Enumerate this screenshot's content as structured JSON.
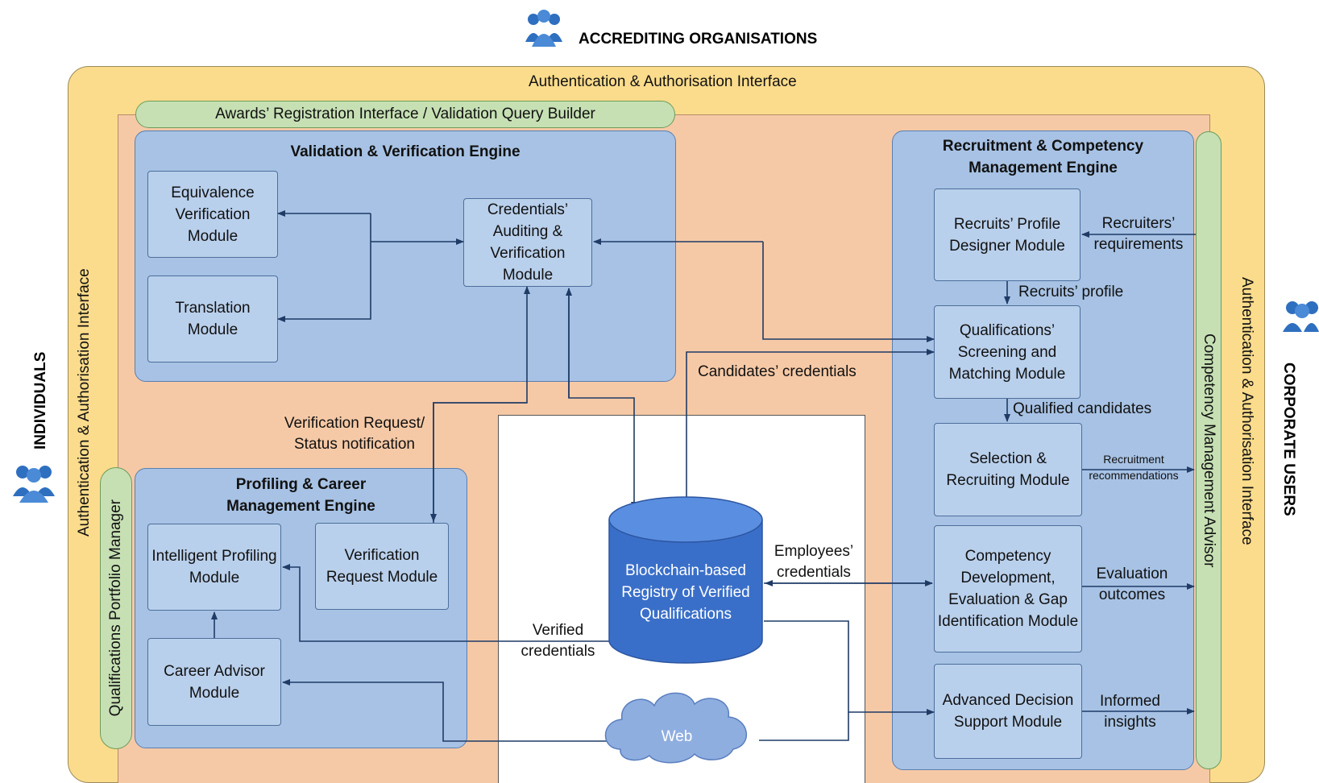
{
  "top": {
    "title": "ACCREDITING ORGANISATIONS",
    "icon": "group-icon"
  },
  "left_actor": {
    "title": "INDIVIDUALS",
    "icon": "group-icon"
  },
  "right_actor": {
    "title": "CORPORATE USERS",
    "icon": "group-icon"
  },
  "interfaces": {
    "auth_top": "Authentication & Authorisation Interface",
    "auth_left": "Authentication & Authorisation Interface",
    "auth_right": "Authentication & Authorisation Interface",
    "awards": "Awards’ Registration Interface / Validation Query Builder",
    "portfolio": "Qualifications Portfolio Manager",
    "competency_advisor": "Competency Management Advisor"
  },
  "validation_engine": {
    "title": "Validation & Verification Engine",
    "modules": {
      "equivalence": "Equivalence Verification Module",
      "translation": "Translation Module",
      "auditing": "Credentials’ Auditing & Verification Module"
    }
  },
  "profiling_engine": {
    "title": "Profiling & Career Management Engine",
    "modules": {
      "profiling": "Intelligent Profiling Module",
      "verification_request": "Verification Request Module",
      "career": "Career Advisor Module"
    }
  },
  "recruitment_engine": {
    "title": "Recruitment & Competency Management Engine",
    "modules": {
      "profile_designer": "Recruits’ Profile Designer Module",
      "screening": "Qualifications’ Screening and Matching Module",
      "selection": "Selection & Recruiting Module",
      "competency": "Competency Development, Evaluation & Gap Identification Module",
      "decision": "Advanced Decision Support Module"
    }
  },
  "registry": {
    "label": "Blockchain-based Registry of Verified Qualifications",
    "color": "#3a6fc9"
  },
  "web": {
    "label": "Web"
  },
  "flows": {
    "candidates": "Candidates’ credentials",
    "verification_request": "Verification Request/ Status notification",
    "employees": "Employees’ credentials",
    "verified": "Verified credentials",
    "recruiters_req": "Recruiters’ requirements",
    "recruits_profile": "Recruits’ profile",
    "qualified": "Qualified candidates",
    "recommendations": "Recruitment recommendations",
    "evaluation": "Evaluation outcomes",
    "insights": "Informed insights"
  }
}
